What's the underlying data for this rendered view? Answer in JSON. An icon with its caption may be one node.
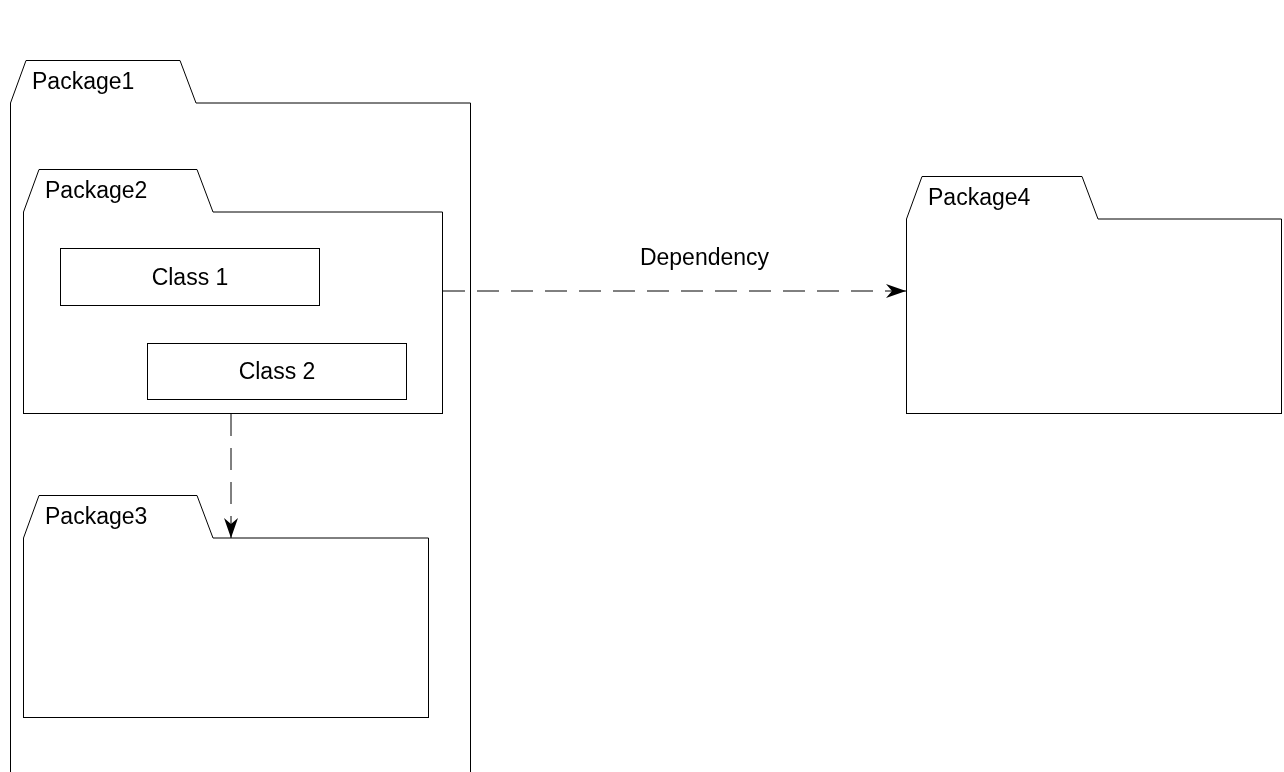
{
  "diagram": {
    "nodes": [
      {
        "text": [
          "Package1"
        ]
      },
      {
        "text": [
          "Package2"
        ],
        "in": 0
      },
      {
        "text": [
          "Class 1"
        ],
        "in": 1
      },
      {
        "text": [
          "Class 2"
        ],
        "in": 1
      },
      {
        "text": [
          "Package3"
        ],
        "in": 0
      },
      {
        "text": [
          "Package4"
        ]
      }
    ],
    "edges": [
      {
        "from": 1,
        "to": 5,
        "arrow": "to",
        "label": "Dependency",
        "style": "dashed"
      },
      {
        "from": 1,
        "to": 4,
        "arrow": "to",
        "style": "dashed"
      }
    ]
  }
}
